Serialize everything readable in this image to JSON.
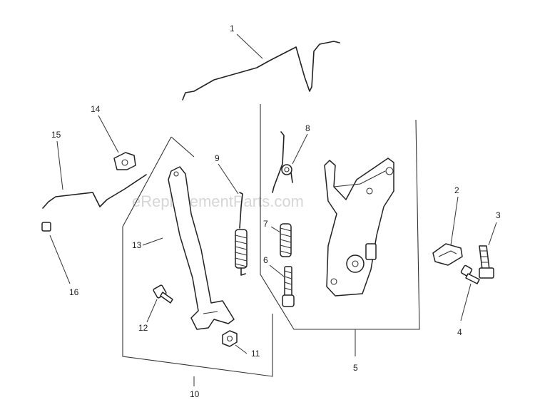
{
  "watermark": "eReplacementParts.com",
  "callouts": {
    "c1": "1",
    "c2": "2",
    "c3": "3",
    "c4": "4",
    "c5": "5",
    "c6": "6",
    "c7": "7",
    "c8": "8",
    "c9": "9",
    "c10": "10",
    "c11": "11",
    "c12": "12",
    "c13": "13",
    "c14": "14",
    "c15": "15",
    "c16": "16"
  }
}
